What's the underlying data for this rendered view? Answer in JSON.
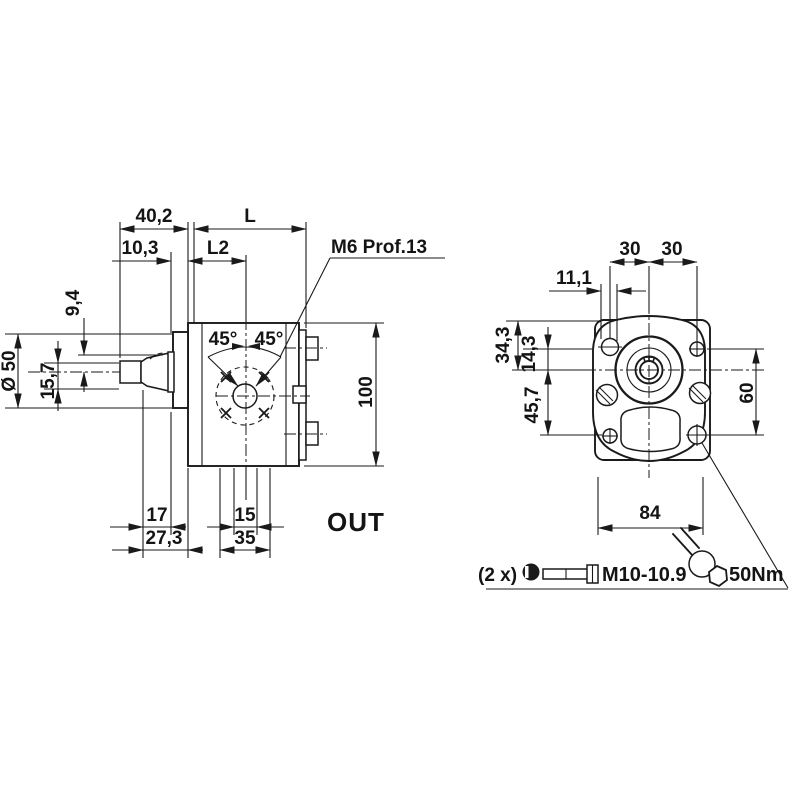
{
  "side_view": {
    "dim_40_2": "40,2",
    "dim_L": "L",
    "dim_10_3": "10,3",
    "dim_L2": "L2",
    "thread_label": "M6 Prof.13",
    "dim_9_4": "9,4",
    "dim_dia_50": "Ø 50",
    "dim_15_7": "15,7",
    "angle_left": "45°",
    "angle_right": "45°",
    "dim_100": "100",
    "dim_17": "17",
    "dim_27_3": "27,3",
    "dim_15": "15",
    "dim_35": "35",
    "out_label": "OUT"
  },
  "front_view": {
    "dim_30_left": "30",
    "dim_30_right": "30",
    "dim_11_1": "11,1",
    "dim_34_3": "34,3",
    "dim_14_3": "14,3",
    "dim_45_7": "45,7",
    "dim_60": "60",
    "dim_84": "84"
  },
  "callout": {
    "quantity": "(2 x)",
    "bolt_spec": "M10-10.9",
    "torque": "50Nm"
  },
  "colors": {
    "ink": "#1a1a1a",
    "paper": "#ffffff"
  }
}
